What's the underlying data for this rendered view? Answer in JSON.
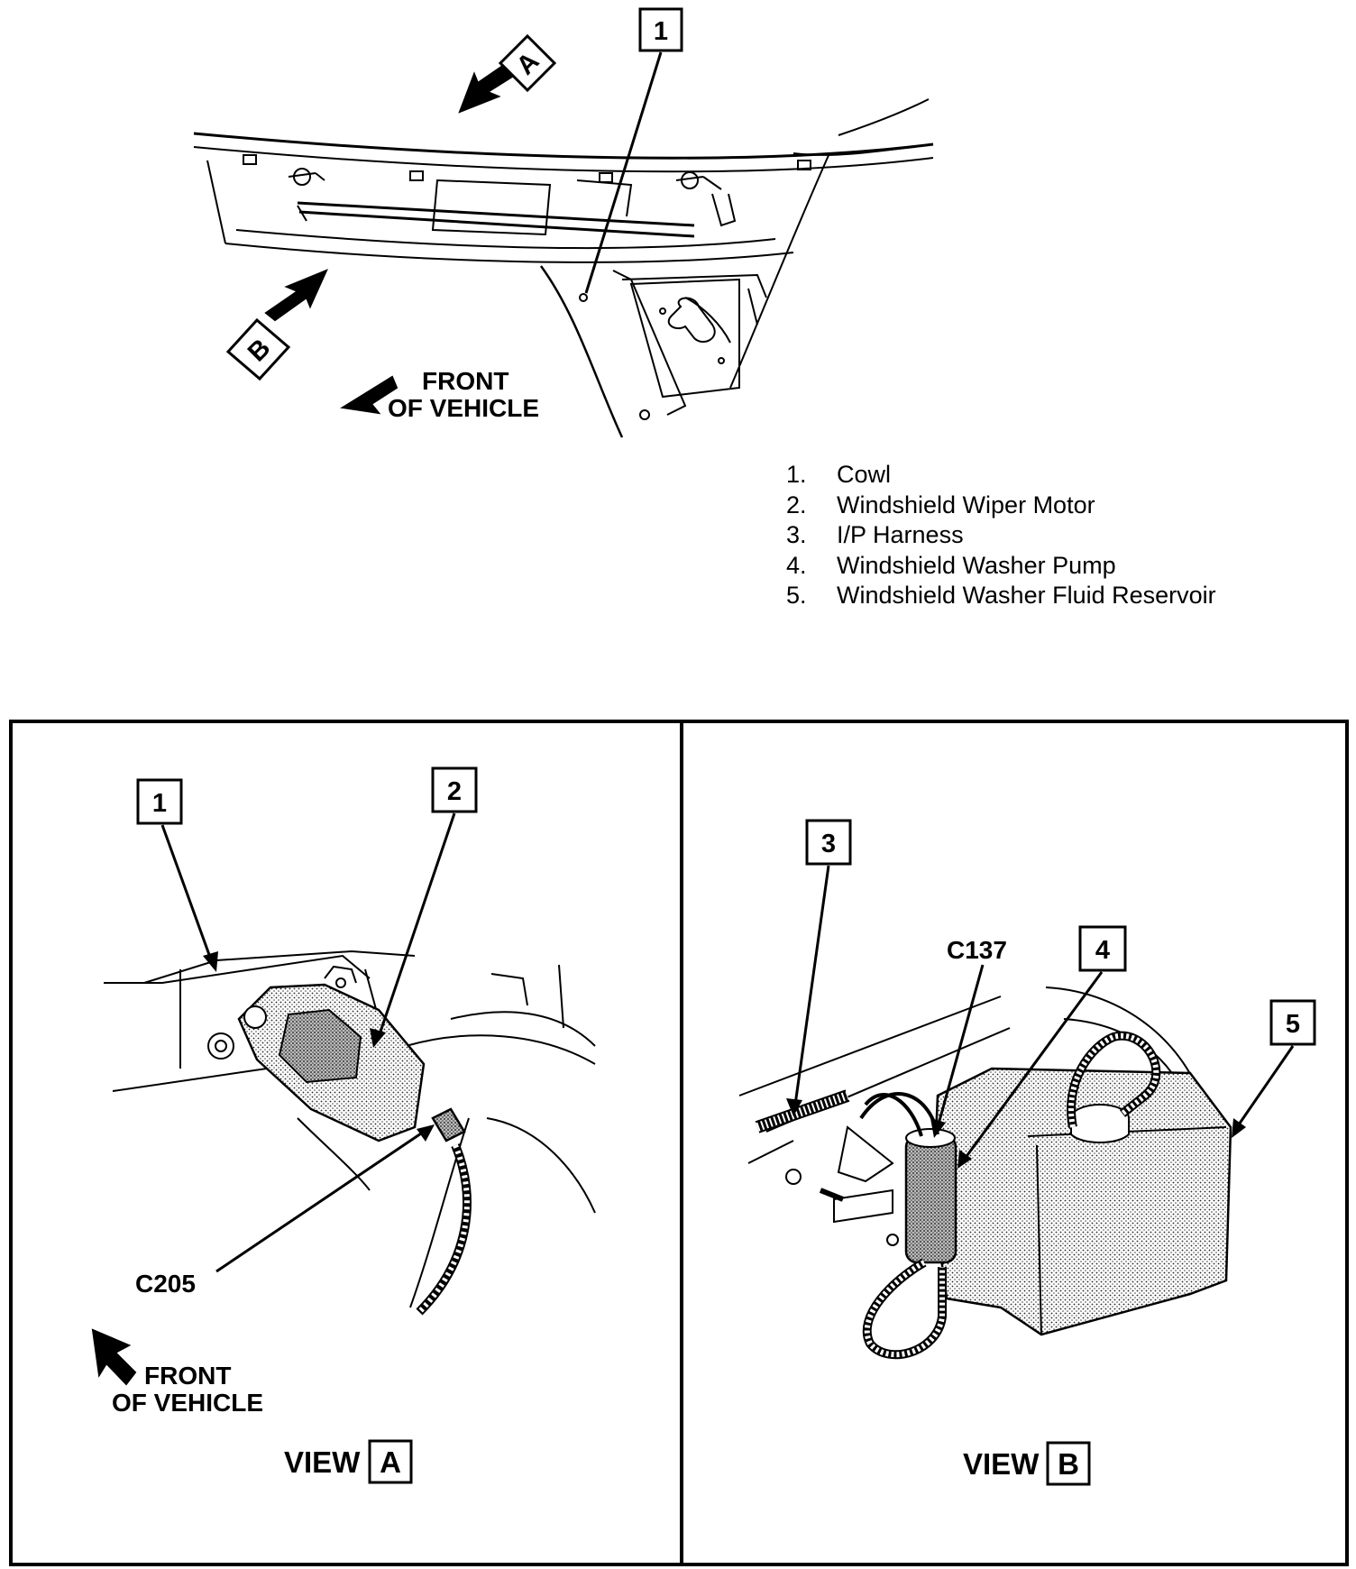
{
  "callouts": {
    "top_1": "1",
    "view_a_1": "1",
    "view_a_2": "2",
    "view_b_3": "3",
    "view_b_4": "4",
    "view_b_5": "5"
  },
  "view_markers": {
    "top_a": "A",
    "top_b": "B"
  },
  "front_of_vehicle": {
    "line1": "FRONT",
    "line2": "OF VEHICLE"
  },
  "connectors": {
    "c205": "C205",
    "c137": "C137"
  },
  "view_labels": {
    "a_word": "VIEW",
    "a_letter": "A",
    "b_word": "VIEW",
    "b_letter": "B"
  },
  "legend": [
    {
      "num": "1.",
      "label": "Cowl"
    },
    {
      "num": "2.",
      "label": "Windshield Wiper Motor"
    },
    {
      "num": "3.",
      "label": "I/P Harness"
    },
    {
      "num": "4.",
      "label": "Windshield Washer Pump"
    },
    {
      "num": "5.",
      "label": "Windshield Washer Fluid Reservoir"
    }
  ]
}
